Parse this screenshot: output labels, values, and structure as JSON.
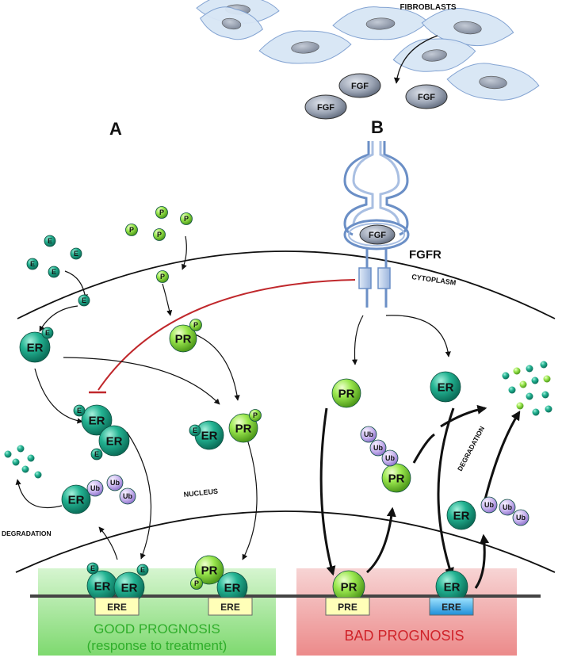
{
  "panels": {
    "a": "A",
    "b": "B"
  },
  "labels": {
    "fibroblasts": "FIBROBLASTS",
    "fgf": "FGF",
    "fgfr": "FGFR",
    "cytoplasm": "CYTOPLASM",
    "nucleus": "NUCLEUS",
    "degradation": "DEGRADATION",
    "er": "ER",
    "pr": "PR",
    "e": "E",
    "p": "P",
    "ub": "Ub",
    "ere": "ERE",
    "pre": "PRE"
  },
  "prognosis": {
    "good_line1": "GOOD PROGNOSIS",
    "good_line2": "(response to treatment)",
    "bad": "BAD PROGNOSIS"
  },
  "colors": {
    "er_fill": "#1fa98c",
    "pr_fill": "#8fe04a",
    "ub_fill": "#c9b7ee",
    "fibroblast_fill": "#d8e6f5",
    "fgf_fill": "#9aa3b3",
    "receptor_stroke": "#6b8fc6",
    "inhibition_line": "#c0282c",
    "good_panel": "#8fe084",
    "bad_panel": "#f08b8b",
    "response_element_fill": "#ffffb8",
    "good_text": "#2fae2a",
    "bad_text": "#d0232a"
  }
}
